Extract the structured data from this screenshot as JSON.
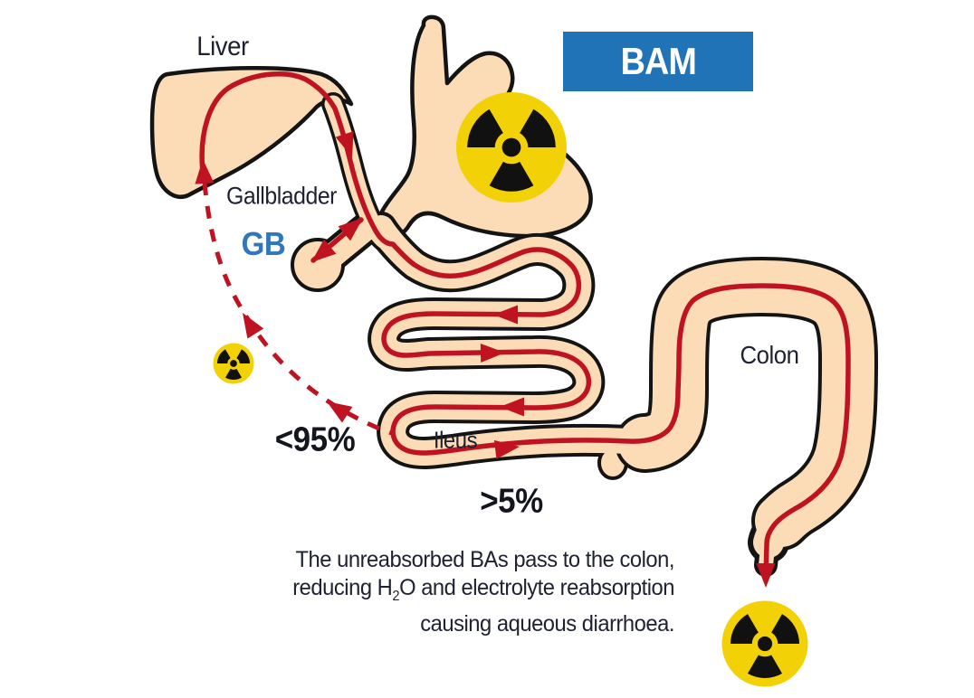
{
  "badge": {
    "label": "BAM"
  },
  "labels": {
    "liver": "Liver",
    "gallbladder": "Gallbladder",
    "gb": "GB",
    "colon": "Colon",
    "ileum": "Ileus",
    "reabsorbed_pct": "<95%",
    "unreabsorbed_pct": ">5%"
  },
  "caption": {
    "line1": "The unreabsorbed BAs pass to the colon,",
    "line2_prefix": "reducing H",
    "line2_sub": "2",
    "line2_suffix": "O and electrolyte reabsorption",
    "line3": "causing aqueous diarrhoea."
  },
  "icons": {
    "radiation_stomach": "radiation-icon",
    "radiation_reabsorbed": "radiation-icon",
    "radiation_stool": "radiation-icon"
  },
  "colors": {
    "red": "#bf1322",
    "peach": "#fbdcb6",
    "outline": "#141414",
    "yellow": "#f2d206",
    "trefoil": "#111111",
    "blue_badge": "#2173b7",
    "blue_gb": "#3177bc",
    "text": "#1d2130"
  }
}
